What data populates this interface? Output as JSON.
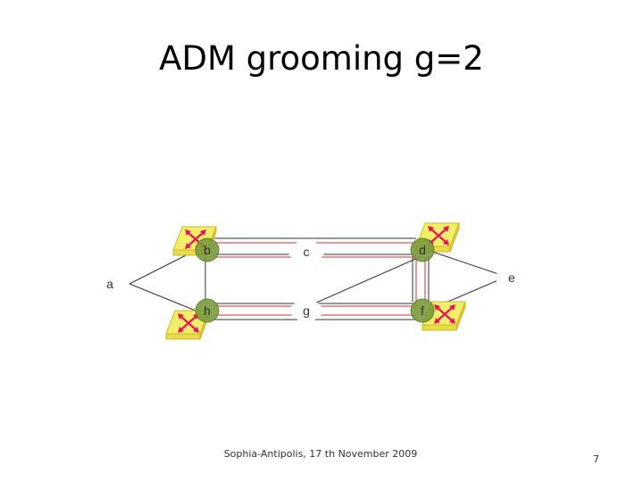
{
  "slide": {
    "title": "ADM grooming g=2",
    "footer": "Sophia-Antipolis, 17 th November 2009",
    "page_number": "7"
  },
  "diagram": {
    "nodes": [
      {
        "id": "a",
        "label": "a",
        "style": "plain"
      },
      {
        "id": "b",
        "label": "b",
        "style": "adm"
      },
      {
        "id": "c",
        "label": "c",
        "style": "plain"
      },
      {
        "id": "d",
        "label": "d",
        "style": "adm"
      },
      {
        "id": "e",
        "label": "e",
        "style": "plain"
      },
      {
        "id": "f",
        "label": "f",
        "style": "adm"
      },
      {
        "id": "g",
        "label": "g",
        "style": "plain"
      },
      {
        "id": "h",
        "label": "h",
        "style": "adm"
      }
    ],
    "edges": [
      {
        "from": "a",
        "to": "b"
      },
      {
        "from": "a",
        "to": "h"
      },
      {
        "from": "b",
        "to": "c"
      },
      {
        "from": "c",
        "to": "d"
      },
      {
        "from": "d",
        "to": "e"
      },
      {
        "from": "e",
        "to": "f"
      },
      {
        "from": "f",
        "to": "g"
      },
      {
        "from": "g",
        "to": "h"
      },
      {
        "from": "b",
        "to": "h"
      },
      {
        "from": "d",
        "to": "f"
      },
      {
        "from": "d",
        "to": "g"
      }
    ],
    "colors": {
      "node_fill": "#7a9a3c",
      "node_stroke": "#5c7a22",
      "router_fill": "#f3ee6a",
      "router_stroke": "#c9b82a",
      "router_arrow": "#e4165a",
      "edge_black": "#333333",
      "edge_red": "#cc3333"
    }
  }
}
